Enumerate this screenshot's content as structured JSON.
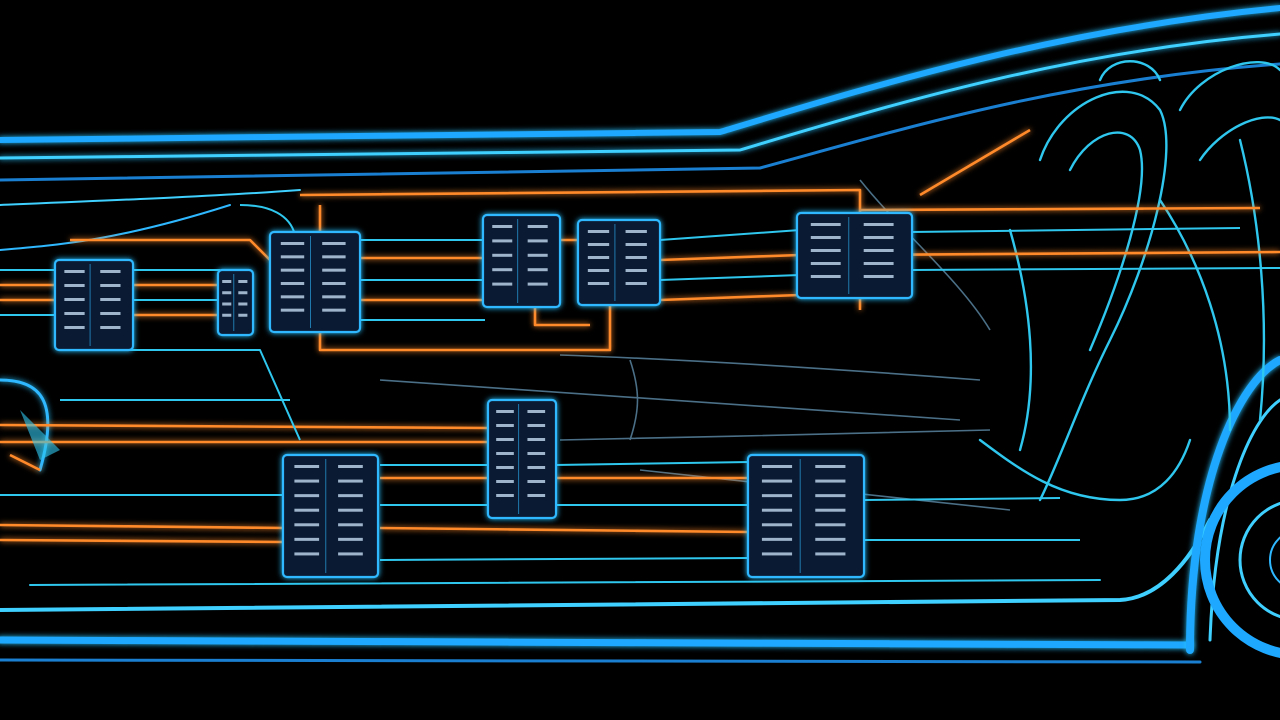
{
  "palette": {
    "background": "#000000",
    "body_line": "#1ea8ff",
    "body_line_bright": "#3fd0ff",
    "wire_orange": "#ff8a2a",
    "wire_cyan": "#2fc7ee",
    "module_fill": "#0a1a33",
    "module_stroke": "#2fb8ff",
    "interior_line": "#4a6f86"
  },
  "icons": {
    "vehicle": "car-side-wireframe-icon",
    "module": "ecu-module-icon",
    "seat": "seat-outline-icon",
    "wheel": "wheel-icon"
  },
  "modules": [
    {
      "id": "ecu-front-left",
      "label": ""
    },
    {
      "id": "ecu-front-small",
      "label": ""
    },
    {
      "id": "ecu-upper-a",
      "label": ""
    },
    {
      "id": "ecu-upper-b",
      "label": ""
    },
    {
      "id": "ecu-upper-c",
      "label": ""
    },
    {
      "id": "ecu-upper-right",
      "label": ""
    },
    {
      "id": "ecu-lower-left",
      "label": ""
    },
    {
      "id": "ecu-lower-center",
      "label": ""
    },
    {
      "id": "ecu-lower-right",
      "label": ""
    }
  ]
}
